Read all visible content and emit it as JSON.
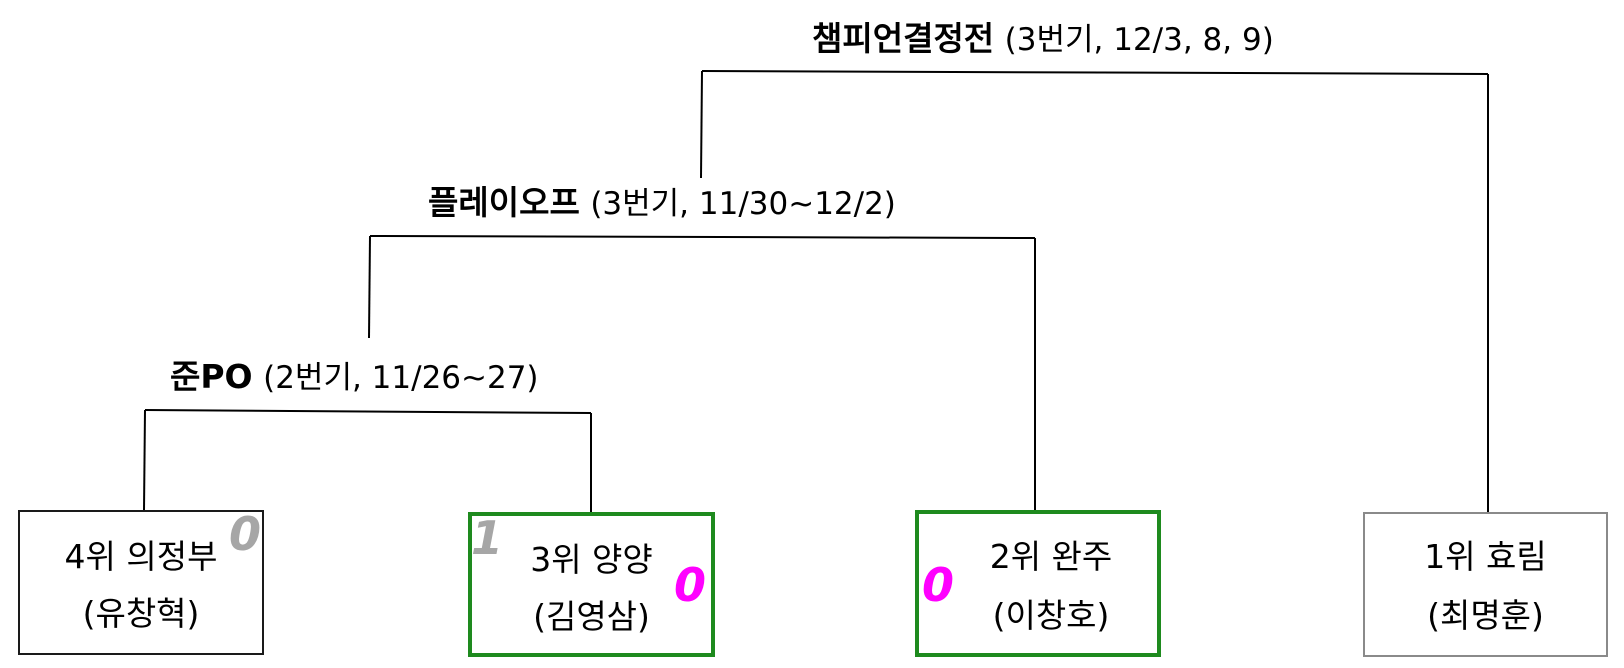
{
  "rounds": {
    "final": {
      "name": "챔피언결정전",
      "detail": "(3번기, 12/3, 8, 9)"
    },
    "playoff": {
      "name": "플레이오프",
      "detail": "(3번기, 11/30~12/2)"
    },
    "semi_po": {
      "name": "준PO",
      "detail": "(2번기, 11/26~27)"
    }
  },
  "teams": [
    {
      "seed": "4위 의정부",
      "coach": "(유창혁)"
    },
    {
      "seed": "3위 양양",
      "coach": "(김영삼)"
    },
    {
      "seed": "2위 완주",
      "coach": "(이창호)"
    },
    {
      "seed": "1위 효림",
      "coach": "(최명훈)"
    }
  ],
  "scores": {
    "uijeongbu": "0",
    "yangyang_semi": "1",
    "yangyang_playoff": "0",
    "wanju_playoff": "0"
  },
  "colors": {
    "winner_border": "#1e8a1e",
    "semi_score": "#a6a6a6",
    "playoff_score": "#ff00ff",
    "top_seed_border": "#8a8a8a"
  }
}
